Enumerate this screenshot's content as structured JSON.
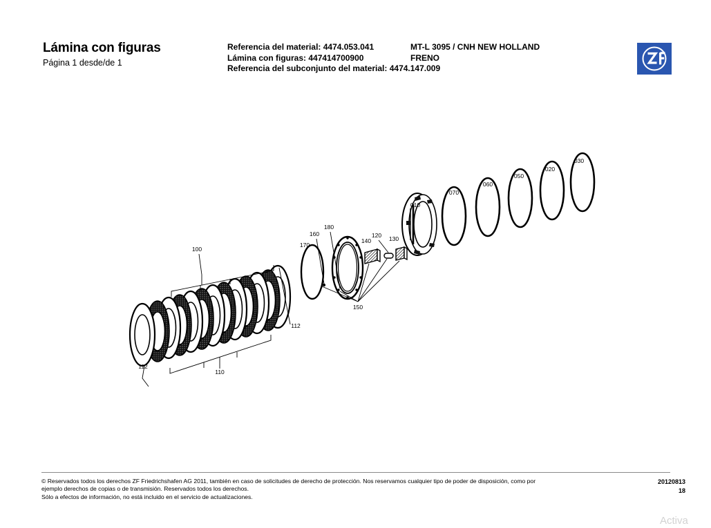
{
  "header": {
    "title": "Lámina con figuras",
    "subtitle": "Página 1 desde/de 1",
    "ref_material": "Referencia del material: 4474.053.041",
    "ref_lamina": "Lámina con figuras: 447414700900",
    "ref_subconjunto": "Referencia del subconjunto del material: 4474.147.009",
    "model": "MT-L 3095 / CNH NEW HOLLAND",
    "assembly": "FRENO",
    "logo_text": "ZF",
    "logo_color": "#2a56b0"
  },
  "diagram": {
    "callouts": [
      {
        "id": "100",
        "label": "100"
      },
      {
        "id": "110",
        "label": "110"
      },
      {
        "id": "112a",
        "label": "112"
      },
      {
        "id": "112b",
        "label": "112"
      },
      {
        "id": "170",
        "label": "170"
      },
      {
        "id": "160",
        "label": "160"
      },
      {
        "id": "180",
        "label": "180"
      },
      {
        "id": "140",
        "label": "140"
      },
      {
        "id": "120",
        "label": "120"
      },
      {
        "id": "130",
        "label": "130"
      },
      {
        "id": "150",
        "label": "150"
      },
      {
        "id": "010",
        "label": "010"
      },
      {
        "id": "070",
        "label": "070"
      },
      {
        "id": "060",
        "label": "060"
      },
      {
        "id": "050",
        "label": "050"
      },
      {
        "id": "020",
        "label": "020"
      },
      {
        "id": "030",
        "label": "030"
      }
    ]
  },
  "footer": {
    "line1": "© Reservados todos los derechos ZF Friedrichshafen AG 2011, también en caso de solicitudes de derecho de protección. Nos reservamos cualquier tipo de poder de disposición, como por",
    "line2": "ejemplo derechos de copias o de transmisión. Reservados todos los derechos.",
    "line3": "Sólo a efectos de información, no está incluido en el servicio de actualizaciones.",
    "date": "20120813",
    "page": "18",
    "watermark": "Activa"
  }
}
